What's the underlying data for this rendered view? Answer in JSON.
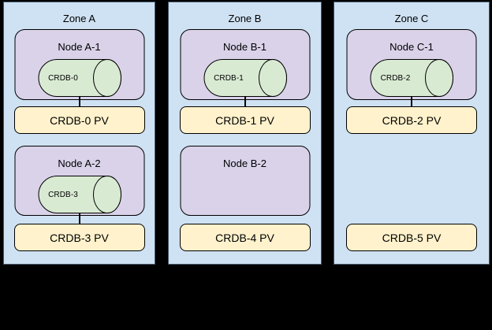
{
  "colors": {
    "background": "#000000",
    "zone_fill": "#cfe2f3",
    "zone_border": "#46586b",
    "node_fill": "#d9d2e9",
    "node_border": "#000000",
    "cylinder_fill": "#d9ead3",
    "pv_fill": "#fff2cc",
    "text": "#000000"
  },
  "zones": [
    {
      "title": "Zone A",
      "node1": {
        "label": "Node A-1",
        "cylinder_label": "CRDB-0"
      },
      "pv1": {
        "label": "CRDB-0 PV"
      },
      "node2": {
        "label": "Node A-2",
        "cylinder_label": "CRDB-3"
      },
      "pv2": {
        "label": "CRDB-3 PV"
      }
    },
    {
      "title": "Zone B",
      "node1": {
        "label": "Node B-1",
        "cylinder_label": "CRDB-1"
      },
      "pv1": {
        "label": "CRDB-1 PV"
      },
      "node2": {
        "label": "Node B-2"
      },
      "pv2": {
        "label": "CRDB-4 PV"
      }
    },
    {
      "title": "Zone C",
      "node1": {
        "label": "Node C-1",
        "cylinder_label": "CRDB-2"
      },
      "pv1": {
        "label": "CRDB-2 PV"
      },
      "pv2": {
        "label": "CRDB-5 PV"
      }
    }
  ]
}
